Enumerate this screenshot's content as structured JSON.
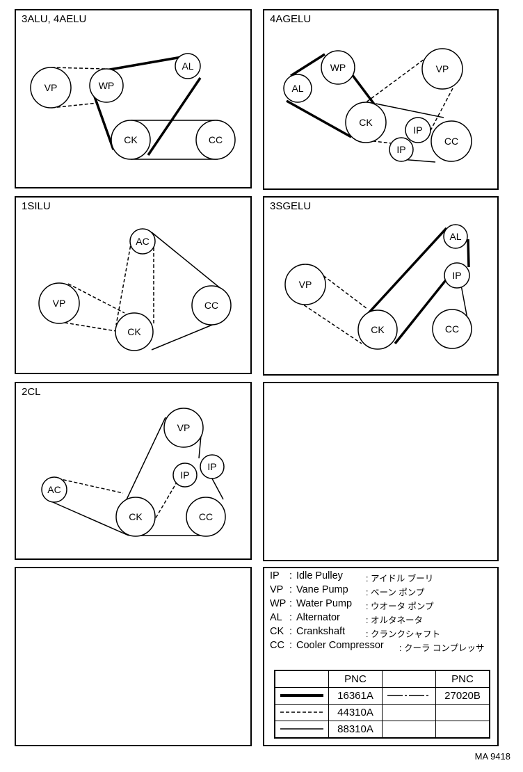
{
  "panels": [
    {
      "title": "3ALU, 4AELU"
    },
    {
      "title": "4AGELU"
    },
    {
      "title": "1SILU"
    },
    {
      "title": "3SGELU"
    },
    {
      "title": "2CL"
    },
    {
      "title": ""
    },
    {
      "title": ""
    }
  ],
  "pulleys": {
    "p1": [
      "VP",
      "WP",
      "AL",
      "CK",
      "CC"
    ],
    "p2": [
      "AL",
      "WP",
      "VP",
      "CK",
      "IP",
      "IP",
      "CC"
    ],
    "p3": [
      "AC",
      "VP",
      "CK",
      "CC"
    ],
    "p4": [
      "AL",
      "IP",
      "VP",
      "CK",
      "CC"
    ],
    "p5": [
      "VP",
      "IP",
      "IP",
      "AC",
      "CK",
      "CC"
    ]
  },
  "legend": [
    {
      "abbr": "IP",
      "sep": ":",
      "name": "Idle Pulley",
      "jp": ": アイドル ブーリ"
    },
    {
      "abbr": "VP",
      "sep": ":",
      "name": "Vane Pump",
      "jp": ": ベーン ポンプ"
    },
    {
      "abbr": "WP",
      "sep": ":",
      "name": "Water Pump",
      "jp": ": ウオータ ポンプ"
    },
    {
      "abbr": "AL",
      "sep": ":",
      "name": "Alternator",
      "jp": ": オルタネータ"
    },
    {
      "abbr": "CK",
      "sep": ":",
      "name": "Crankshaft",
      "jp": ": クランクシャフト"
    },
    {
      "abbr": "CC",
      "sep": ":",
      "name": "Cooler Compressor",
      "jp": ": クーラ コンプレッサ"
    }
  ],
  "pnc_table": {
    "header": "PNC",
    "rows": [
      {
        "style": "thick",
        "pnc": "16361A",
        "style2": "dashdot",
        "pnc2": "27020B"
      },
      {
        "style": "dashed",
        "pnc": "44310A",
        "style2": "",
        "pnc2": ""
      },
      {
        "style": "thin",
        "pnc": "88310A",
        "style2": "",
        "pnc2": ""
      }
    ]
  },
  "footer": "MA 9418"
}
